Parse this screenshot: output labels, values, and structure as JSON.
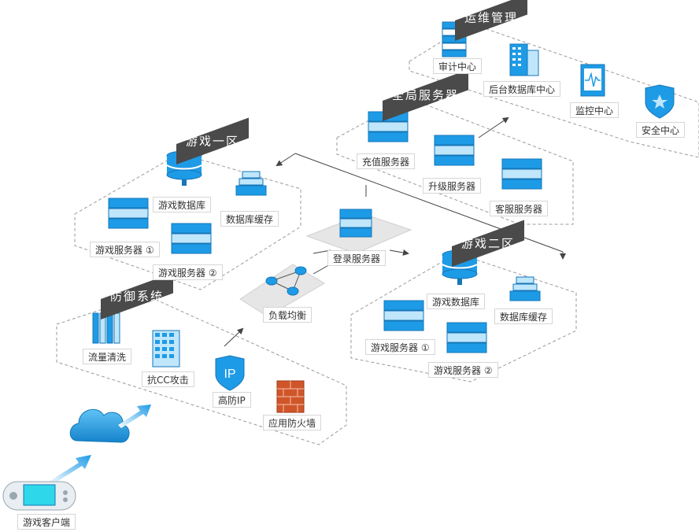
{
  "zones": {
    "ops": "运维管理",
    "global": "全局服务器",
    "zone1": "游戏一区",
    "zone2": "游戏二区",
    "defense": "防御系统"
  },
  "ops": {
    "audit": "审计中心",
    "backend_db": "后台数据库中心",
    "monitor": "监控中心",
    "security": "安全中心"
  },
  "global": {
    "recharge": "充值服务器",
    "upgrade": "升级服务器",
    "support": "客服服务器"
  },
  "zone1": {
    "db": "游戏数据库",
    "cache": "数据库缓存",
    "server1": "游戏服务器 ①",
    "server2": "游戏服务器 ②"
  },
  "zone2": {
    "db": "游戏数据库",
    "cache": "数据库缓存",
    "server1": "游戏服务器 ①",
    "server2": "游戏服务器 ②"
  },
  "center": {
    "login": "登录服务器",
    "lb": "负载均衡"
  },
  "defense": {
    "traffic": "流量清洗",
    "anticc": "抗CC攻击",
    "ip_text": "IP",
    "highip": "高防IP",
    "waf": "应用防火墙"
  },
  "client": {
    "label": "游戏客户端"
  },
  "colors": {
    "blue": "#1e9be6",
    "blue_dark": "#1577b8",
    "blue_light": "#bfe6fb",
    "border_dashed": "#9a9a9a",
    "zone_bg": "#4a4a4a",
    "brick": "#d0562a",
    "screen": "#2ed8ea"
  }
}
